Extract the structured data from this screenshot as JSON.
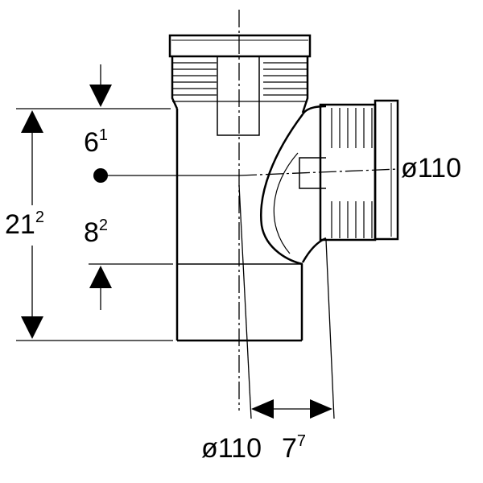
{
  "dimensions": {
    "offset_top": {
      "base": "6",
      "sup": "1"
    },
    "height_total": {
      "base": "21",
      "sup": "2"
    },
    "offset_bottom": {
      "base": "8",
      "sup": "2"
    },
    "branch_diameter": "ø110",
    "main_diameter": "ø110",
    "branch_offset": {
      "base": "7",
      "sup": "7"
    }
  },
  "colors": {
    "line": "#000000",
    "background": "#ffffff"
  }
}
